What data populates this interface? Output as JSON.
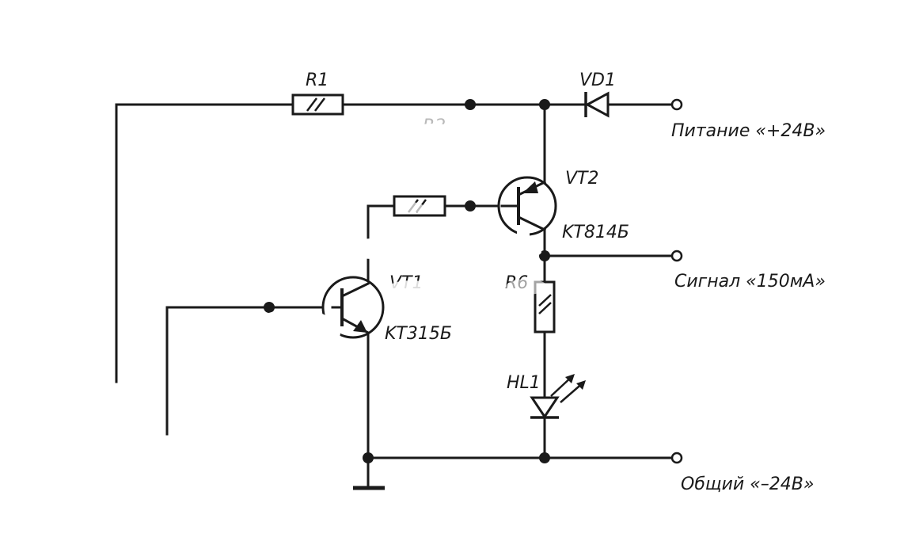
{
  "colors": {
    "ink": "#1a1a1a",
    "background": "#ffffff"
  },
  "components": {
    "r1": "R1",
    "r2": "R2",
    "vd1": "VD1",
    "vt1": "VT1",
    "vt1_type": "KT315Б",
    "vt2": "VT2",
    "vt2_type": "KT814Б",
    "r6": "R6",
    "hl1": "HL1"
  },
  "terminals": {
    "power": "Питание «+24В»",
    "signal": "Сигнал «150мА»",
    "common": "Общий «–24В»"
  }
}
